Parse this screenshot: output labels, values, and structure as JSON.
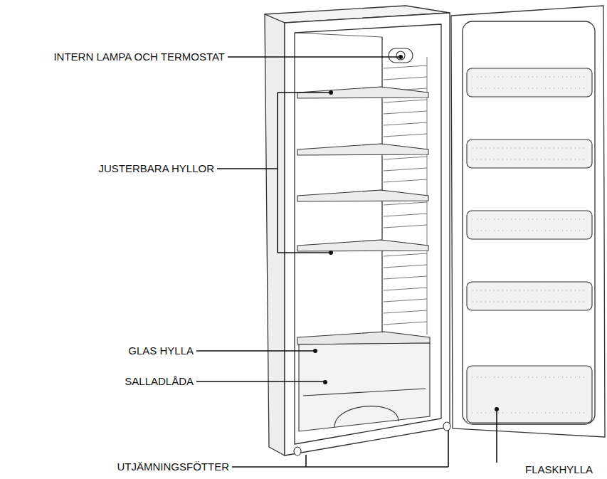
{
  "diagram": {
    "labels": [
      "INTERN LAMPA OCH TERMOSTAT",
      "JUSTERBARA HYLLOR",
      "GLAS HYLLA",
      "SALLADLÅDA",
      "UTJÄMNINGSFÖTTER",
      "FLASKHYLLA"
    ]
  }
}
